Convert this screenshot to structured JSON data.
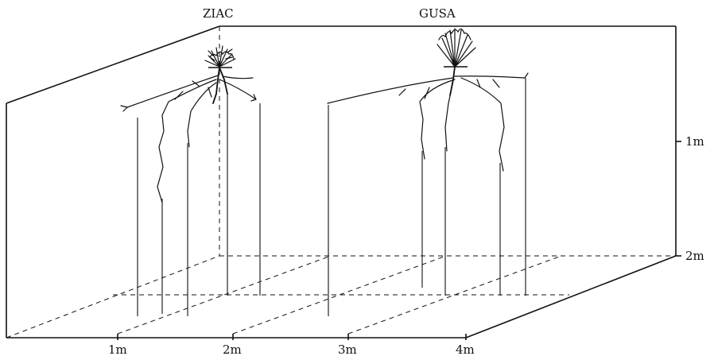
{
  "plants": [
    {
      "name": "ZIAC"
    },
    {
      "name": "GUSA"
    }
  ],
  "depth_labels": [
    "1m",
    "2m"
  ],
  "distance_labels": [
    "1m",
    "2m",
    "3m",
    "4m"
  ],
  "colors": {
    "ink": "#111111",
    "background": "#ffffff"
  }
}
